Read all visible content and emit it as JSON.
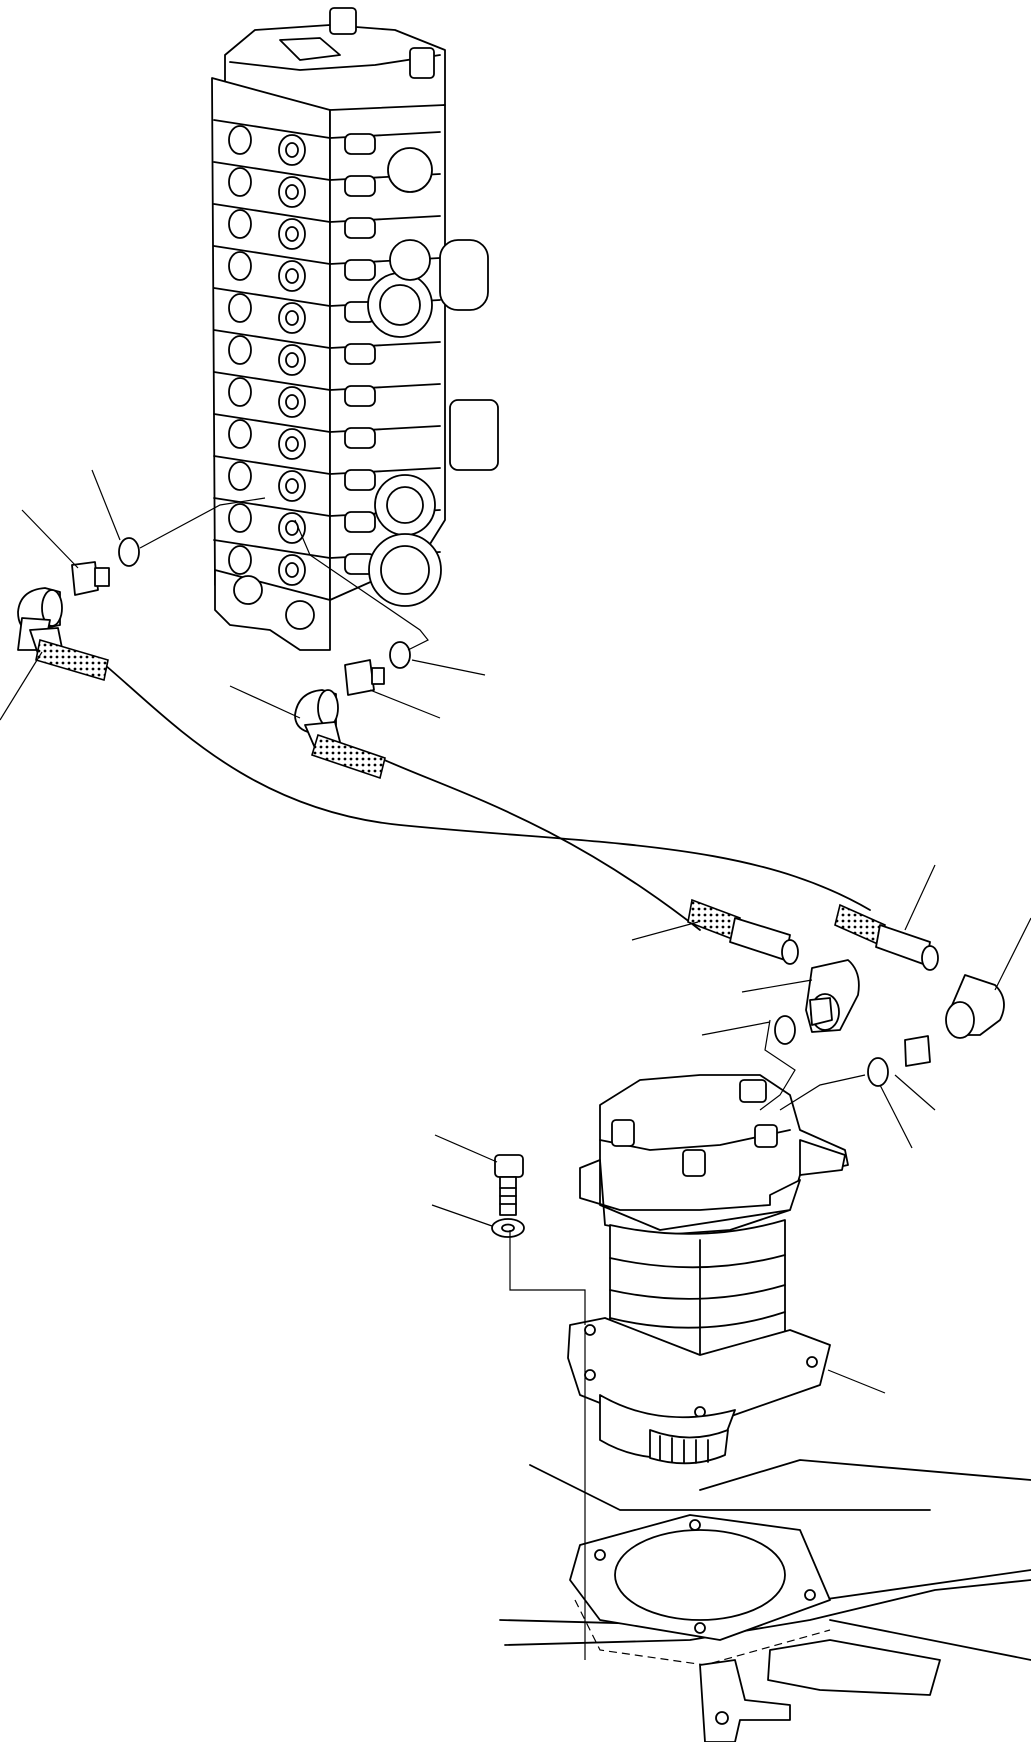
{
  "diagram": {
    "parts": [
      {
        "name": "control-valve",
        "icon": "valve-block-icon"
      },
      {
        "name": "swing-motor",
        "icon": "hydraulic-motor-icon"
      },
      {
        "name": "hose-a",
        "icon": "hose-icon"
      },
      {
        "name": "hose-b",
        "icon": "hose-icon"
      },
      {
        "name": "elbow",
        "icon": "elbow-fitting-icon"
      },
      {
        "name": "adapter",
        "icon": "adapter-fitting-icon"
      },
      {
        "name": "o-ring",
        "icon": "o-ring-icon"
      },
      {
        "name": "bolt",
        "icon": "bolt-icon"
      },
      {
        "name": "washer",
        "icon": "washer-icon"
      },
      {
        "name": "frame",
        "icon": "frame-icon"
      }
    ],
    "line_color": "#000000",
    "background": "#ffffff"
  }
}
